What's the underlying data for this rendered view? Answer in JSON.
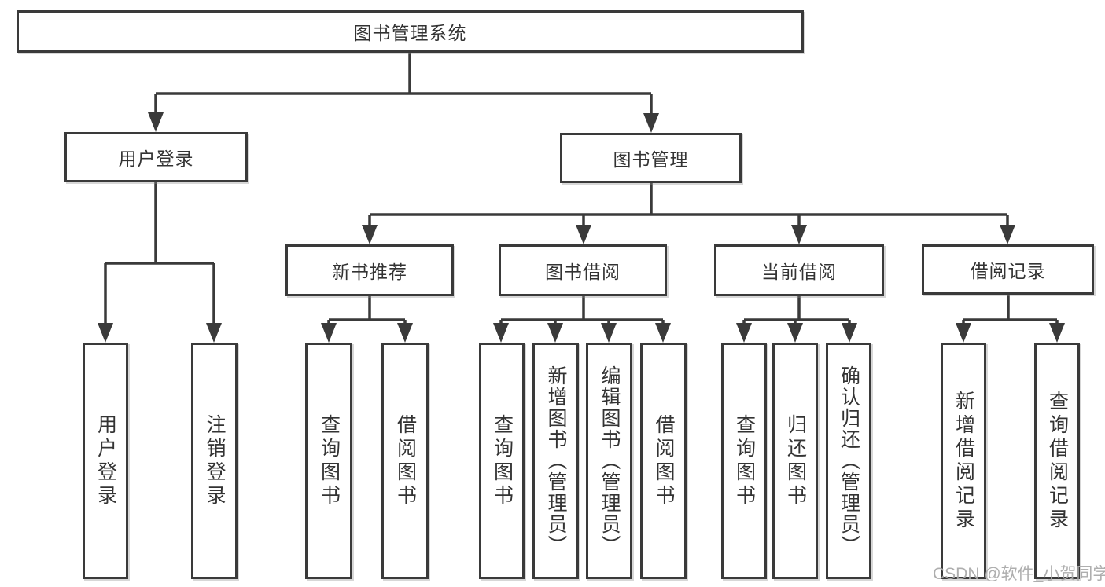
{
  "colors": {
    "line": "#3a3a3a",
    "text": "#333333",
    "box_background": "#ffffff",
    "watermark_gray": "#aaaaaa"
  },
  "watermark": "CSDN @软件_小贺同学",
  "tree": {
    "label": "图书管理系统",
    "children": [
      {
        "label": "用户登录",
        "children": [
          {
            "label": "用户登录"
          },
          {
            "label": "注销登录"
          }
        ]
      },
      {
        "label": "图书管理",
        "children": [
          {
            "label": "新书推荐",
            "children": [
              {
                "label": "查询图书"
              },
              {
                "label": "借阅图书"
              }
            ]
          },
          {
            "label": "图书借阅",
            "children": [
              {
                "label": "查询图书"
              },
              {
                "label": "新增图书（管理员）"
              },
              {
                "label": "编辑图书（管理员）"
              },
              {
                "label": "借阅图书"
              }
            ]
          },
          {
            "label": "当前借阅",
            "children": [
              {
                "label": "查询图书"
              },
              {
                "label": "归还图书"
              },
              {
                "label": "确认归还（管理员）"
              }
            ]
          },
          {
            "label": "借阅记录",
            "children": [
              {
                "label": "新增借阅记录"
              },
              {
                "label": "查询借阅记录"
              }
            ]
          }
        ]
      }
    ]
  }
}
